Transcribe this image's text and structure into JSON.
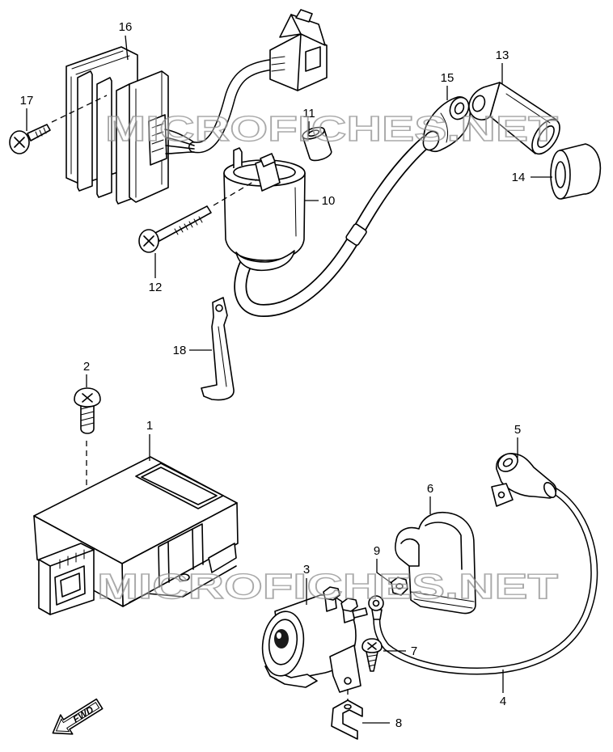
{
  "diagram": {
    "callouts": [
      "1",
      "2",
      "3",
      "4",
      "5",
      "6",
      "7",
      "8",
      "9",
      "10",
      "11",
      "12",
      "13",
      "14",
      "15",
      "16",
      "17",
      "18"
    ],
    "fwd_label": "FWD",
    "watermark": "MICROFICHES.NET"
  }
}
